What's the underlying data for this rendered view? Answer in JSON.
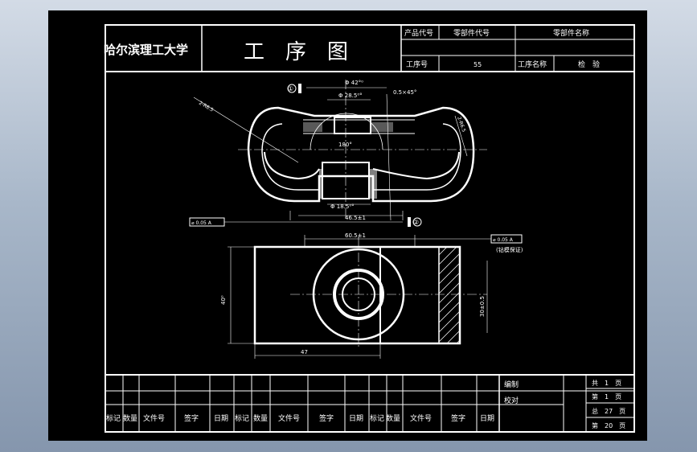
{
  "title_block": {
    "university": "哈尔滨理工大学",
    "drawing_type": "工　序　图",
    "product_code_label": "产品代号",
    "part_code_label": "零部件代号",
    "part_name_label": "零部件名称",
    "process_no_label": "工序号",
    "process_no": "55",
    "process_name_label": "工序名称",
    "process_name": "检　验"
  },
  "dimensions": {
    "top_dia_1": "Φ 42°⁰",
    "top_dia_2": "Φ 28.5⁰°",
    "top_chamfer": "0.5×45°",
    "left_angle": "2-R6.5",
    "right_radius": "2-R6.5",
    "center_angle": "180°",
    "bottom_dia": "Φ 18.5⁰°",
    "bottom_length": "46.5±1",
    "datum_1": "①",
    "datum_2": "②",
    "frame_left": "⌀ 0.05 A",
    "front_length": "60.5±1",
    "front_height": "40⁰",
    "front_right": "30±0.5",
    "front_bottom": "47",
    "frame_right": "⌀ 0.05 A",
    "note": "(钻模保证)"
  },
  "bottom_block": {
    "compile": "编制",
    "proofread": "校对",
    "header_items": [
      "标记",
      "数量",
      "文件号",
      "签字",
      "日期",
      "标记",
      "数量",
      "文件号",
      "签字",
      "日期",
      "标记",
      "数量",
      "文件号",
      "签字",
      "日期"
    ],
    "total_pages": "共　1　页",
    "page_no": "第　1　页",
    "total_sheets": "总　27　页",
    "sheet_no": "第　20　页"
  }
}
